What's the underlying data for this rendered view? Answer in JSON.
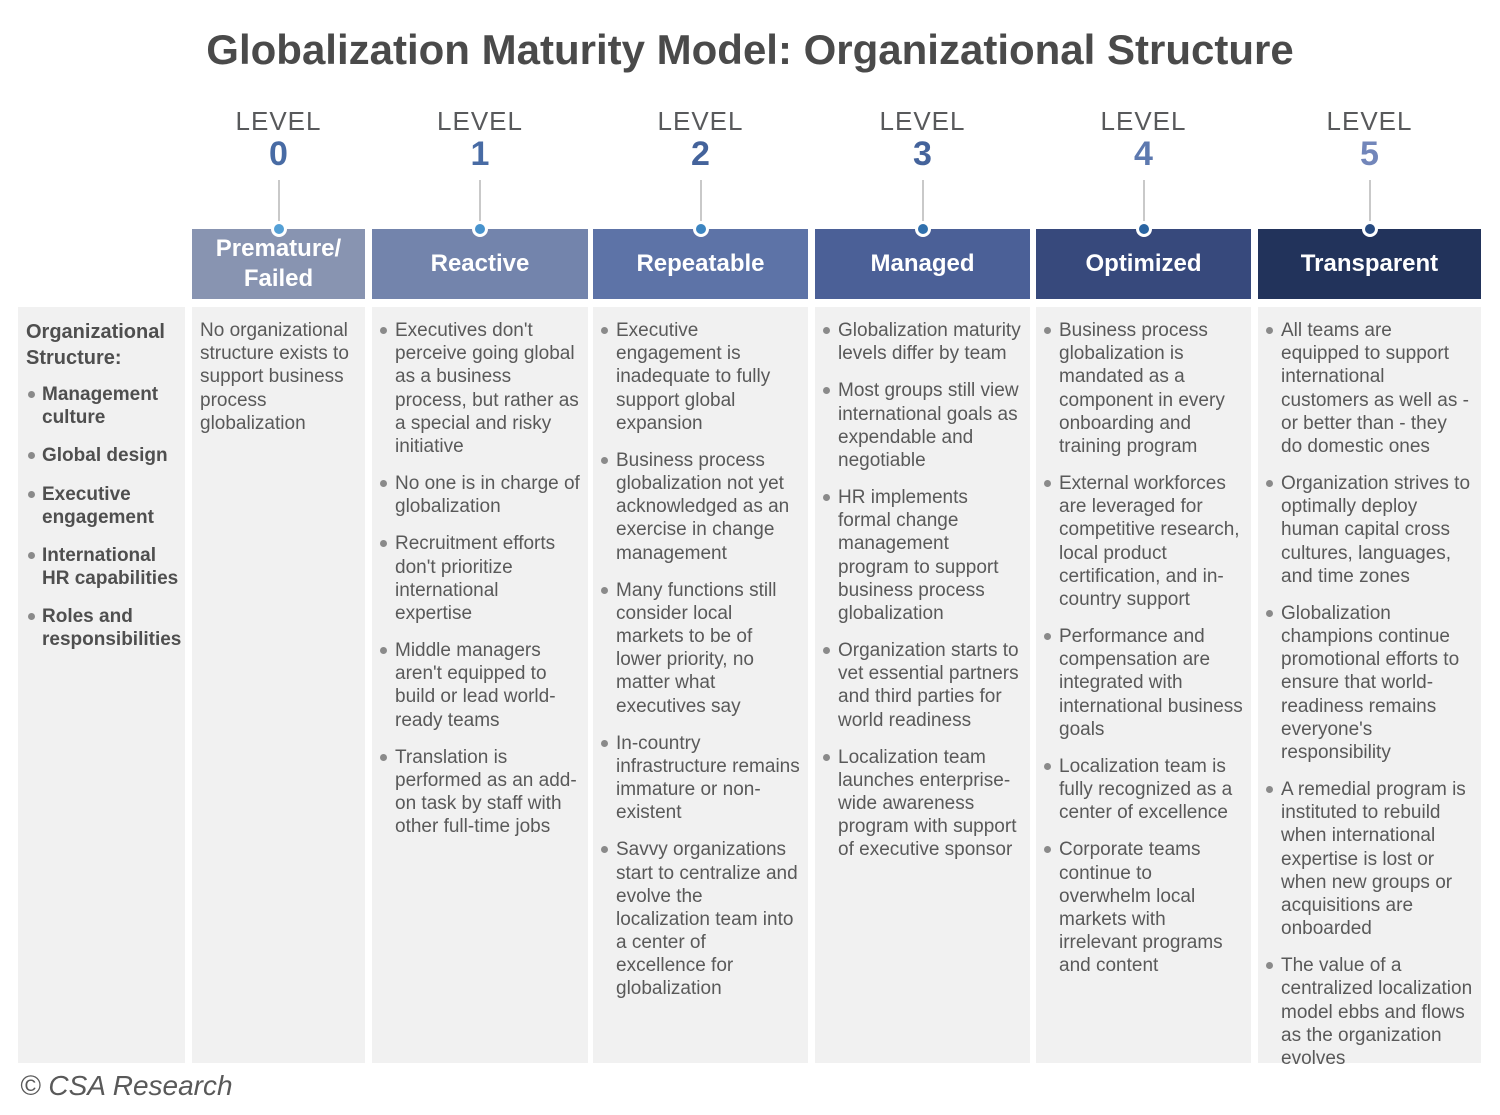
{
  "title": "Globalization Maturity Model: Organizational Structure",
  "footer": "© CSA Research",
  "level_word": "LEVEL",
  "row_label": {
    "heading": "Organizational Structure:",
    "items": [
      "Management culture",
      "Global design",
      "Executive engagement",
      "International HR capabilities",
      "Roles and responsibilities"
    ]
  },
  "levels": [
    {
      "number": "0",
      "name": "Premature/ Failed",
      "header_color": "#8894b1",
      "dot_color": "#54a0d6",
      "number_color": "#486ba4",
      "text": "No organizational structure exists to support business process globalization",
      "bullets": []
    },
    {
      "number": "1",
      "name": "Reactive",
      "header_color": "#7384ac",
      "dot_color": "#4793cd",
      "number_color": "#486ba4",
      "bullets": [
        "Executives don't perceive going global as a business process, but rather as a special and risky initiative",
        "No one is in charge of globalization",
        "Recruitment efforts don't prioritize international expertise",
        "Middle managers aren't equipped to build or lead world-ready teams",
        "Translation is performed as an add-on task by staff with other full-time jobs"
      ]
    },
    {
      "number": "2",
      "name": "Repeatable",
      "header_color": "#5d73a7",
      "dot_color": "#3c85c1",
      "number_color": "#44639b",
      "bullets": [
        "Executive engagement is inadequate to fully support global expansion",
        "Business process globalization not yet acknowledged as an exercise in change management",
        "Many functions still consider local markets to be of lower priority, no matter what executives say",
        "In-country infrastructure remains immature or non-existent",
        "Savvy organizations start to centralize and evolve the localization team into a center of excellence for globalization"
      ]
    },
    {
      "number": "3",
      "name": "Managed",
      "header_color": "#4b6097",
      "dot_color": "#3070ad",
      "number_color": "#44639b",
      "bullets": [
        "Globalization maturity levels differ by team",
        "Most groups still view international goals as expendable and negotiable",
        "HR implements formal change management program to support business process globalization",
        "Organization starts to vet essential partners and third parties for world readiness",
        "Localization team launches enterprise-wide awareness program with support of executive sponsor"
      ]
    },
    {
      "number": "4",
      "name": "Optimized",
      "header_color": "#37497c",
      "dot_color": "#2a64a1",
      "number_color": "#5d79af",
      "bullets": [
        "Business process globalization is mandated as a component in every onboarding and training program",
        "External workforces are leveraged for competitive research, local product certification, and in-country support",
        "Performance and compensation are integrated with international business goals",
        "Localization team is fully recognized as a center of excellence",
        "Corporate teams continue to overwhelm local markets with irrelevant programs and content"
      ]
    },
    {
      "number": "5",
      "name": "Transparent",
      "header_color": "#22335b",
      "dot_color": "#274a80",
      "number_color": "#7286ba",
      "bullets": [
        "All teams are equipped to support international customers as well as - or better than - they do domestic ones",
        "Organization strives to optimally deploy human capital cross cultures, languages, and time zones",
        "Globalization champions continue promotional efforts to ensure that world-readiness remains everyone's responsibility",
        "A remedial program is instituted to rebuild when international expertise is lost or when new groups or acquisitions are onboarded",
        "The value of a centralized localization model ebbs and flows as the organization evolves"
      ]
    }
  ]
}
